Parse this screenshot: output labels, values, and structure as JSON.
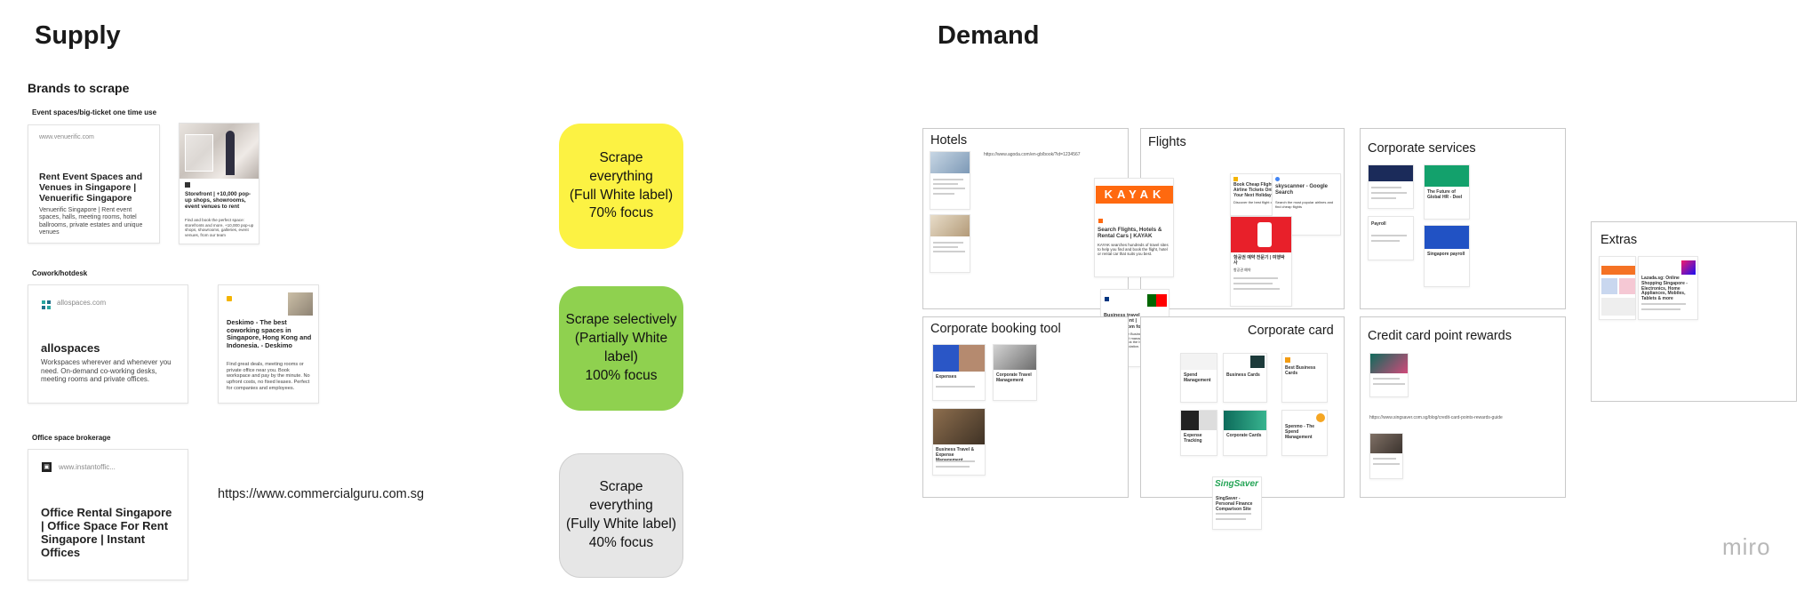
{
  "supply": {
    "title": "Supply",
    "subtitle": "Brands to scrape",
    "event_label": "Event spaces/big-ticket one time use",
    "cowork_label": "Cowork/hotdesk",
    "office_label": "Office space brokerage",
    "venuerific": {
      "url": "www.venuerific.com",
      "title": "Rent Event Spaces and Venues in Singapore | Venuerific Singapore",
      "desc": "Venuerific Singapore | Rent event spaces, halls, meeting rooms, hotel ballrooms, private estates and unique venues"
    },
    "storefront": {
      "title": "Storefront | +10,000 pop-up shops, showrooms, event venues to rent",
      "desc": "Find and book the perfect space: storefronts and more, +10,000 pop-up shops, showrooms, galleries, event venues, from our team"
    },
    "allospaces": {
      "url": "allospaces.com",
      "title": "allospaces",
      "desc": "Workspaces wherever and whenever you need. On-demand co-working desks, meeting rooms and private offices."
    },
    "deskimo": {
      "title": "Deskimo - The best coworking spaces in Singapore, Hong Kong and Indonesia. - Deskimo",
      "desc": "Find great deals, meeting rooms or private office near you. Book workspace and pay by the minute. No upfront costs, no fixed leases. Perfect for companies and employees."
    },
    "instantoffices": {
      "url": "www.instantoffic...",
      "title": "Office Rental Singapore | Office Space For Rent Singapore | Instant Offices"
    },
    "commercialguru_url": "https://www.commercialguru.com.sg"
  },
  "stickies": [
    {
      "line1": "Scrape",
      "line2": "everything",
      "line3": "(Full White label)",
      "line4": "70% focus",
      "color": "#fcf243"
    },
    {
      "line1": "Scrape selectively",
      "line2": "(Partially White",
      "line3": "label)",
      "line4": "100% focus",
      "color": "#8fd14f"
    },
    {
      "line1": "Scrape",
      "line2": "everything",
      "line3": "(Fully White label)",
      "line4": "40% focus",
      "color": "#e6e6e6"
    }
  ],
  "demand": {
    "title": "Demand",
    "frames": {
      "hotels": "Hotels",
      "flights": "Flights",
      "corporate_services": "Corporate services",
      "extras": "Extras",
      "corporate_booking": "Corporate booking tool",
      "corporate_card": "Corporate card",
      "credit_card": "Credit card point rewards"
    },
    "hotels_url": "https://www.agoda.com/en-gb/book/?id=1234567",
    "kayak": {
      "logo": "KAYAK",
      "title": "Search Flights, Hotels & Rental Cars | KAYAK",
      "desc": "KAYAK searches hundreds of travel sites to help you find and book the flight, hotel or rental car that suits you best."
    },
    "booking_business": {
      "title": "Business travel management | Booking.com for Business",
      "desc": "Booking.com for Business is a booking tool where travel managers & bookers can find and book the best business travel accommodation."
    },
    "cheap_flights": {
      "title": "Book Cheap Flights & Airline Tickets Online for Your Next Holiday",
      "desc": "Discover the best flight deals"
    },
    "skyscanner": {
      "title": "skyscanner - Google Search",
      "desc": "Search the most popular airlines and find cheap flights"
    },
    "korean_card": {
      "title": "항공권 예약 전문기 | 여행박사",
      "desc": "항공권 예약"
    },
    "corp_services_cards": [
      "The Future of Global HR - Deel",
      "Payroll",
      "Singapore payroll"
    ],
    "extras_card": {
      "title": "Lazada.sg: Online Shopping Singapore - Electronics, Home Appliances, Mobiles, Tablets & more"
    },
    "cbt_cards": [
      "Expenses",
      "Corporate Travel Management",
      "Business Travel & Expense Management"
    ],
    "card_cards": [
      "Spend Management",
      "Business Cards",
      "Best Business Cards",
      "Expense Tracking",
      "Corporate Cards",
      "Spenmo - The Spend Management"
    ],
    "singsaver": {
      "logo": "SingSaver",
      "title": "SingSaver - Personal Finance Comparison Site"
    },
    "credit_url": "https://www.singsaver.com.sg/blog/credit-card-points-rewards-guide"
  },
  "watermark": "miro"
}
